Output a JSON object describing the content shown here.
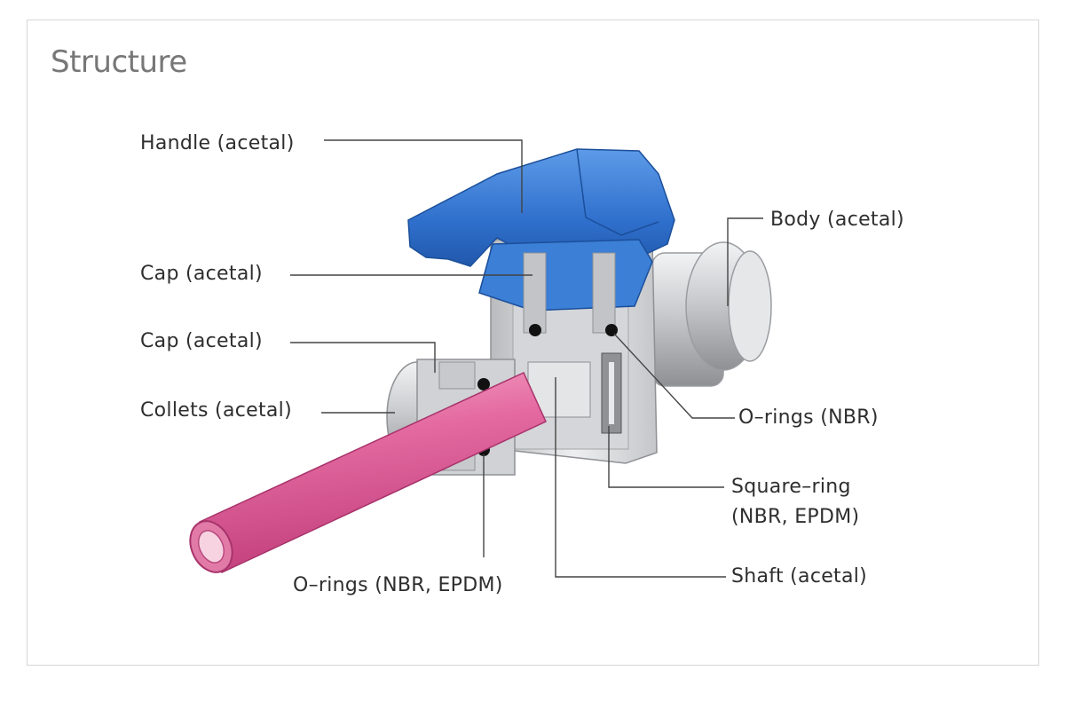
{
  "title": "Structure",
  "labels": {
    "handle": "Handle (acetal)",
    "body": "Body (acetal)",
    "cap_top": "Cap (acetal)",
    "cap_left": "Cap (acetal)",
    "collets": "Collets (acetal)",
    "o_rings_nbr": "O–rings (NBR)",
    "square_ring_line1": "Square–ring",
    "square_ring_line2": "(NBR, EPDM)",
    "o_rings_nbr_epdm": "O–rings (NBR, EPDM)",
    "shaft": "Shaft (acetal)"
  },
  "colors": {
    "handle": "#3a7bd5",
    "tube": "#e0609a",
    "body": "#d9dadc",
    "leader_line": "#444444",
    "title": "#777777"
  }
}
